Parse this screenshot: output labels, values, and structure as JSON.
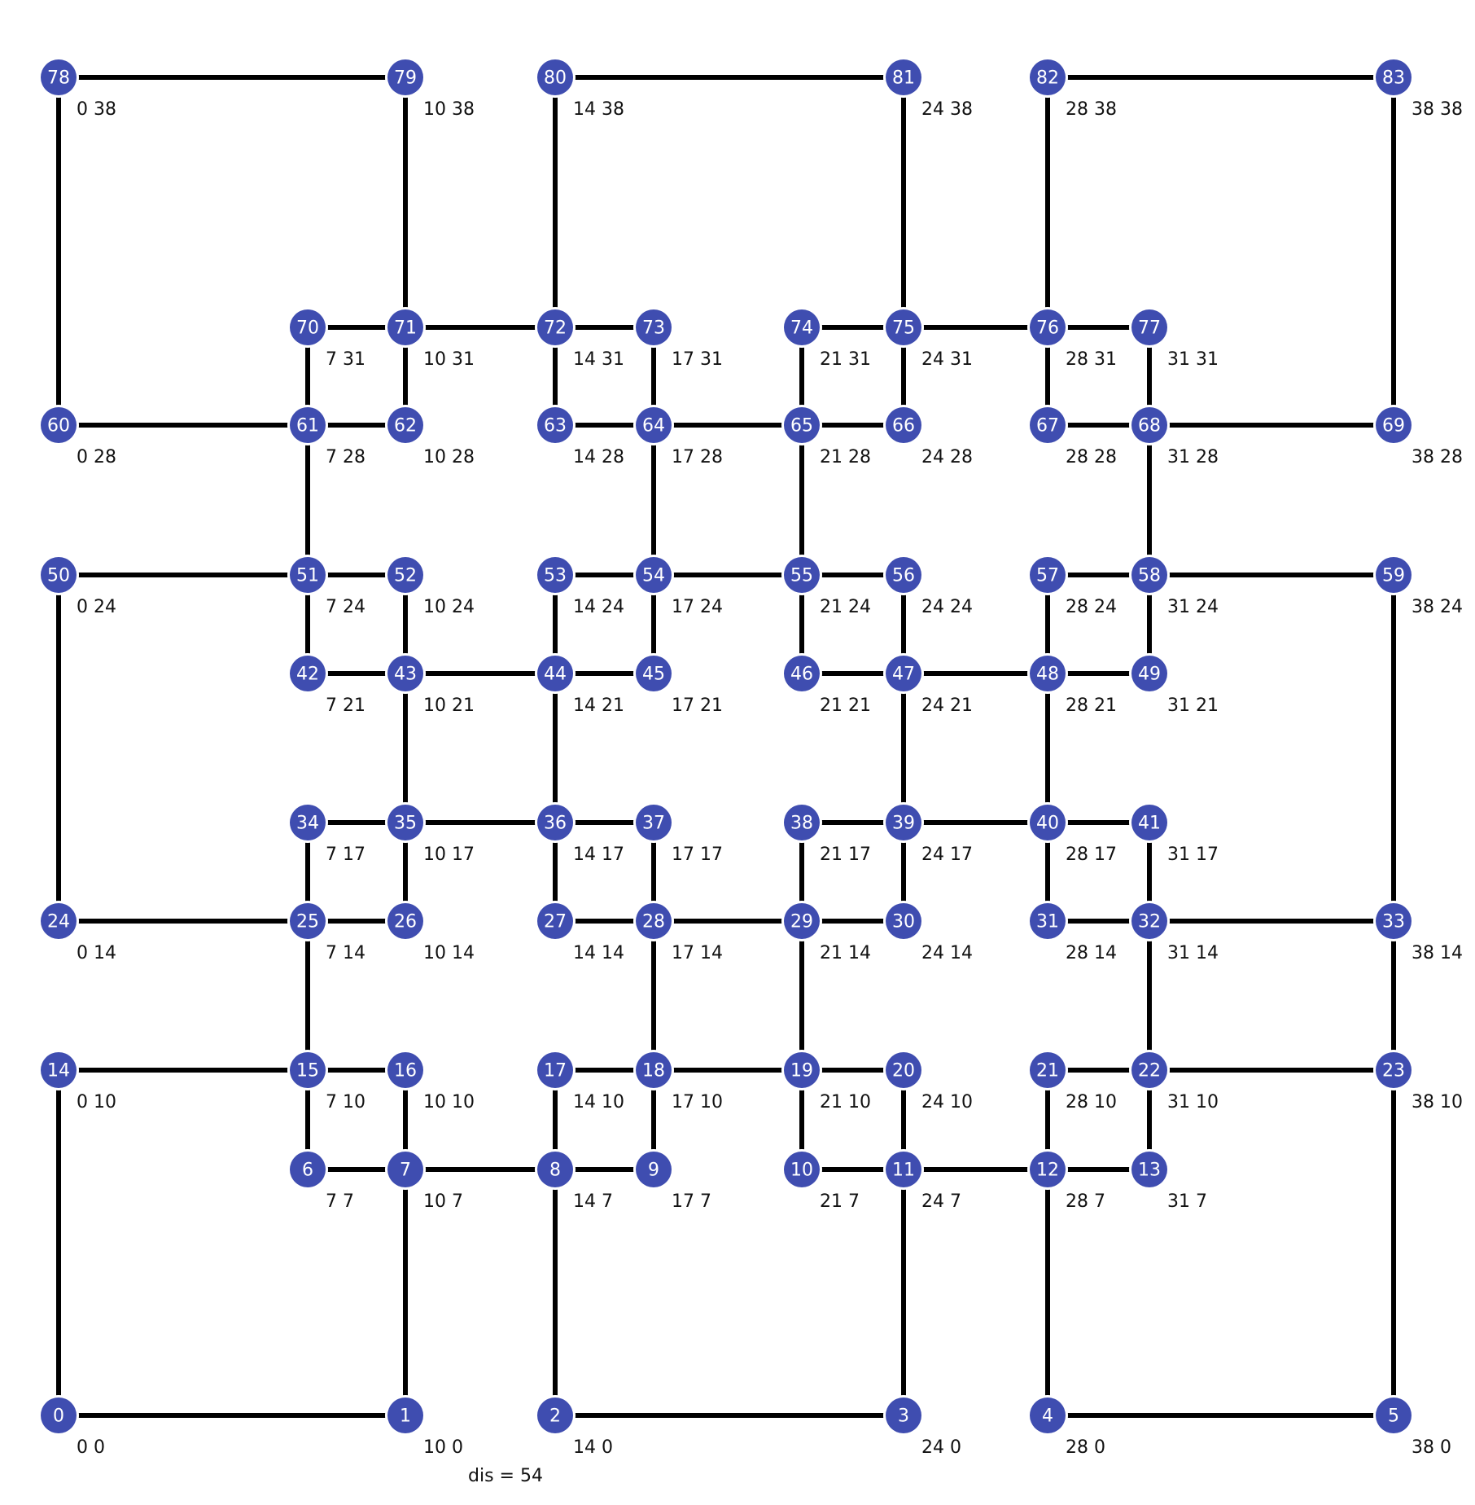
{
  "colors": {
    "node": "#3f4db0",
    "node_text": "#ffffff",
    "edge": "#000000",
    "label": "#111111"
  },
  "footer": {
    "distance": "dis = 54"
  },
  "nodes": [
    {
      "id": "0",
      "coord": "0 0"
    },
    {
      "id": "1",
      "coord": "10 0"
    },
    {
      "id": "2",
      "coord": "14 0"
    },
    {
      "id": "3",
      "coord": "24 0"
    },
    {
      "id": "4",
      "coord": "28 0"
    },
    {
      "id": "5",
      "coord": "38 0"
    },
    {
      "id": "6",
      "coord": "7 7"
    },
    {
      "id": "7",
      "coord": "10 7"
    },
    {
      "id": "8",
      "coord": "14 7"
    },
    {
      "id": "9",
      "coord": "17 7"
    },
    {
      "id": "10",
      "coord": "21 7"
    },
    {
      "id": "11",
      "coord": "24 7"
    },
    {
      "id": "12",
      "coord": "28 7"
    },
    {
      "id": "13",
      "coord": "31 7"
    },
    {
      "id": "14",
      "coord": "0 10"
    },
    {
      "id": "15",
      "coord": "7 10"
    },
    {
      "id": "16",
      "coord": "10 10"
    },
    {
      "id": "17",
      "coord": "14 10"
    },
    {
      "id": "18",
      "coord": "17 10"
    },
    {
      "id": "19",
      "coord": "21 10"
    },
    {
      "id": "20",
      "coord": "24 10"
    },
    {
      "id": "21",
      "coord": "28 10"
    },
    {
      "id": "22",
      "coord": "31 10"
    },
    {
      "id": "23",
      "coord": "38 10"
    },
    {
      "id": "24",
      "coord": "0 14"
    },
    {
      "id": "25",
      "coord": "7 14"
    },
    {
      "id": "26",
      "coord": "10 14"
    },
    {
      "id": "27",
      "coord": "14 14"
    },
    {
      "id": "28",
      "coord": "17 14"
    },
    {
      "id": "29",
      "coord": "21 14"
    },
    {
      "id": "30",
      "coord": "24 14"
    },
    {
      "id": "31",
      "coord": "28 14"
    },
    {
      "id": "32",
      "coord": "31 14"
    },
    {
      "id": "33",
      "coord": "38 14"
    },
    {
      "id": "34",
      "coord": "7 17"
    },
    {
      "id": "35",
      "coord": "10 17"
    },
    {
      "id": "36",
      "coord": "14 17"
    },
    {
      "id": "37",
      "coord": "17 17"
    },
    {
      "id": "38",
      "coord": "21 17"
    },
    {
      "id": "39",
      "coord": "24 17"
    },
    {
      "id": "40",
      "coord": "28 17"
    },
    {
      "id": "41",
      "coord": "31 17"
    },
    {
      "id": "42",
      "coord": "7 21"
    },
    {
      "id": "43",
      "coord": "10 21"
    },
    {
      "id": "44",
      "coord": "14 21"
    },
    {
      "id": "45",
      "coord": "17 21"
    },
    {
      "id": "46",
      "coord": "21 21"
    },
    {
      "id": "47",
      "coord": "24 21"
    },
    {
      "id": "48",
      "coord": "28 21"
    },
    {
      "id": "49",
      "coord": "31 21"
    },
    {
      "id": "50",
      "coord": "0 24"
    },
    {
      "id": "51",
      "coord": "7 24"
    },
    {
      "id": "52",
      "coord": "10 24"
    },
    {
      "id": "53",
      "coord": "14 24"
    },
    {
      "id": "54",
      "coord": "17 24"
    },
    {
      "id": "55",
      "coord": "21 24"
    },
    {
      "id": "56",
      "coord": "24 24"
    },
    {
      "id": "57",
      "coord": "28 24"
    },
    {
      "id": "58",
      "coord": "31 24"
    },
    {
      "id": "59",
      "coord": "38 24"
    },
    {
      "id": "60",
      "coord": "0 28"
    },
    {
      "id": "61",
      "coord": "7 28"
    },
    {
      "id": "62",
      "coord": "10 28"
    },
    {
      "id": "63",
      "coord": "14 28"
    },
    {
      "id": "64",
      "coord": "17 28"
    },
    {
      "id": "65",
      "coord": "21 28"
    },
    {
      "id": "66",
      "coord": "24 28"
    },
    {
      "id": "67",
      "coord": "28 28"
    },
    {
      "id": "68",
      "coord": "31 28"
    },
    {
      "id": "69",
      "coord": "38 28"
    },
    {
      "id": "70",
      "coord": "7 31"
    },
    {
      "id": "71",
      "coord": "10 31"
    },
    {
      "id": "72",
      "coord": "14 31"
    },
    {
      "id": "73",
      "coord": "17 31"
    },
    {
      "id": "74",
      "coord": "21 31"
    },
    {
      "id": "75",
      "coord": "24 31"
    },
    {
      "id": "76",
      "coord": "28 31"
    },
    {
      "id": "77",
      "coord": "31 31"
    },
    {
      "id": "78",
      "coord": "0 38"
    },
    {
      "id": "79",
      "coord": "10 38"
    },
    {
      "id": "80",
      "coord": "14 38"
    },
    {
      "id": "81",
      "coord": "24 38"
    },
    {
      "id": "82",
      "coord": "28 38"
    },
    {
      "id": "83",
      "coord": "38 38"
    }
  ],
  "edges": [
    [
      0,
      1
    ],
    [
      0,
      14
    ],
    [
      1,
      7
    ],
    [
      2,
      3
    ],
    [
      2,
      8
    ],
    [
      3,
      11
    ],
    [
      4,
      5
    ],
    [
      4,
      12
    ],
    [
      5,
      23
    ],
    [
      6,
      7
    ],
    [
      6,
      15
    ],
    [
      7,
      8
    ],
    [
      7,
      16
    ],
    [
      8,
      9
    ],
    [
      8,
      17
    ],
    [
      9,
      18
    ],
    [
      10,
      11
    ],
    [
      10,
      19
    ],
    [
      11,
      12
    ],
    [
      11,
      20
    ],
    [
      12,
      13
    ],
    [
      12,
      21
    ],
    [
      13,
      22
    ],
    [
      14,
      15
    ],
    [
      15,
      16
    ],
    [
      15,
      25
    ],
    [
      17,
      18
    ],
    [
      18,
      19
    ],
    [
      18,
      28
    ],
    [
      19,
      20
    ],
    [
      19,
      29
    ],
    [
      21,
      22
    ],
    [
      22,
      23
    ],
    [
      22,
      32
    ],
    [
      23,
      33
    ],
    [
      24,
      25
    ],
    [
      24,
      50
    ],
    [
      25,
      26
    ],
    [
      25,
      34
    ],
    [
      26,
      35
    ],
    [
      27,
      28
    ],
    [
      27,
      36
    ],
    [
      28,
      29
    ],
    [
      28,
      37
    ],
    [
      29,
      30
    ],
    [
      29,
      38
    ],
    [
      30,
      39
    ],
    [
      31,
      32
    ],
    [
      31,
      40
    ],
    [
      32,
      33
    ],
    [
      32,
      41
    ],
    [
      33,
      59
    ],
    [
      34,
      35
    ],
    [
      35,
      36
    ],
    [
      35,
      43
    ],
    [
      36,
      37
    ],
    [
      36,
      44
    ],
    [
      38,
      39
    ],
    [
      39,
      40
    ],
    [
      39,
      47
    ],
    [
      40,
      41
    ],
    [
      40,
      48
    ],
    [
      42,
      43
    ],
    [
      42,
      51
    ],
    [
      43,
      44
    ],
    [
      43,
      52
    ],
    [
      44,
      45
    ],
    [
      44,
      53
    ],
    [
      45,
      54
    ],
    [
      46,
      47
    ],
    [
      46,
      55
    ],
    [
      47,
      48
    ],
    [
      47,
      56
    ],
    [
      48,
      49
    ],
    [
      48,
      57
    ],
    [
      49,
      58
    ],
    [
      50,
      51
    ],
    [
      51,
      52
    ],
    [
      51,
      61
    ],
    [
      53,
      54
    ],
    [
      54,
      55
    ],
    [
      54,
      64
    ],
    [
      55,
      56
    ],
    [
      55,
      65
    ],
    [
      57,
      58
    ],
    [
      58,
      59
    ],
    [
      58,
      68
    ],
    [
      60,
      61
    ],
    [
      60,
      78
    ],
    [
      61,
      62
    ],
    [
      61,
      70
    ],
    [
      62,
      71
    ],
    [
      63,
      64
    ],
    [
      63,
      72
    ],
    [
      64,
      65
    ],
    [
      64,
      73
    ],
    [
      65,
      66
    ],
    [
      65,
      74
    ],
    [
      66,
      75
    ],
    [
      67,
      68
    ],
    [
      67,
      76
    ],
    [
      68,
      69
    ],
    [
      68,
      77
    ],
    [
      69,
      83
    ],
    [
      70,
      71
    ],
    [
      71,
      72
    ],
    [
      71,
      79
    ],
    [
      72,
      73
    ],
    [
      72,
      80
    ],
    [
      74,
      75
    ],
    [
      75,
      76
    ],
    [
      75,
      81
    ],
    [
      76,
      77
    ],
    [
      76,
      82
    ],
    [
      78,
      79
    ],
    [
      80,
      81
    ],
    [
      82,
      83
    ]
  ]
}
